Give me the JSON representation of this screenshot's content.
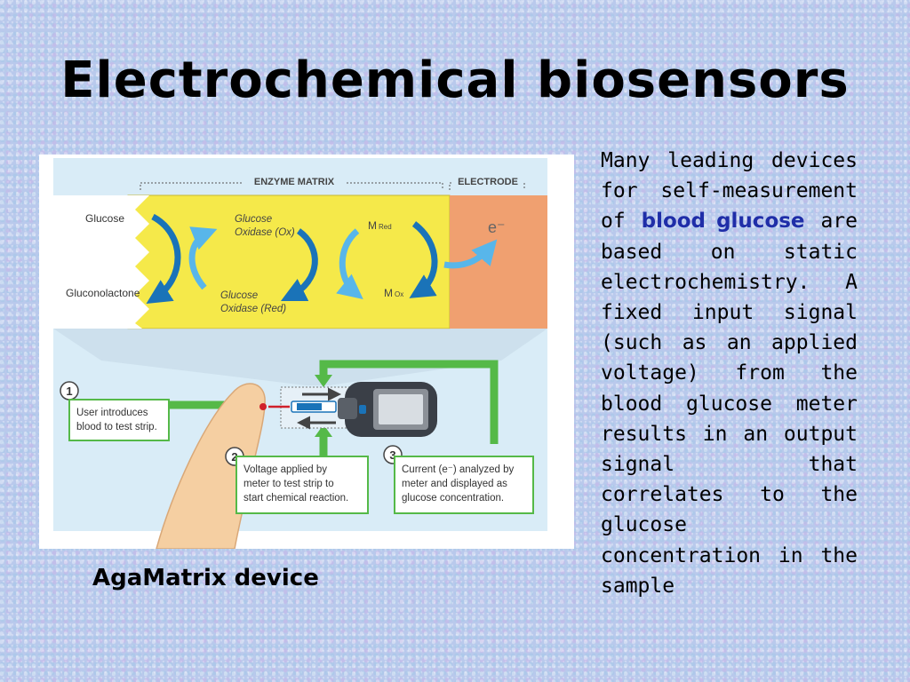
{
  "slide": {
    "title": "Electrochemical biosensors",
    "caption": "AgaMatrix device",
    "body": {
      "part1": "Many leading devices for self-measurement of",
      "highlight": "blood glucose",
      "part2": "are based on static electrochemistry. A fixed input signal (such as an applied voltage) from the blood glucose meter results in an output signal that correlates to the glucose concentration in the sample"
    }
  },
  "diagram": {
    "header_enzyme": "ENZYME MATRIX",
    "header_electrode": "ELECTRODE",
    "glucose": "Glucose",
    "gluconolactone": "Gluconolactone",
    "gox_ox_1": "Glucose",
    "gox_ox_2": "Oxidase (Ox)",
    "gox_red_1": "Glucose",
    "gox_red_2": "Oxidase (Red)",
    "m_red": "M",
    "m_red_sub": "Red",
    "m_ox": "M",
    "m_ox_sub": "Ox",
    "electron": "e⁻",
    "step1_num": "1",
    "step1_line1": "User introduces",
    "step1_line2": "blood to test strip.",
    "step2_num": "2",
    "step2_line1": "Voltage applied by",
    "step2_line2": "meter to test strip to",
    "step2_line3": "start chemical reaction.",
    "step3_num": "3",
    "step3_line1": "Current (e⁻) analyzed by",
    "step3_line2": "meter and displayed as",
    "step3_line3": "glucose concentration.",
    "colors": {
      "enzyme_yellow": "#f5e94a",
      "electrode_orange": "#f0a070",
      "arrow_blue": "#1a73b8",
      "arrow_light_blue": "#58b6ea",
      "flow_green": "#55b948",
      "panel_blue": "#d9ecf7"
    }
  }
}
